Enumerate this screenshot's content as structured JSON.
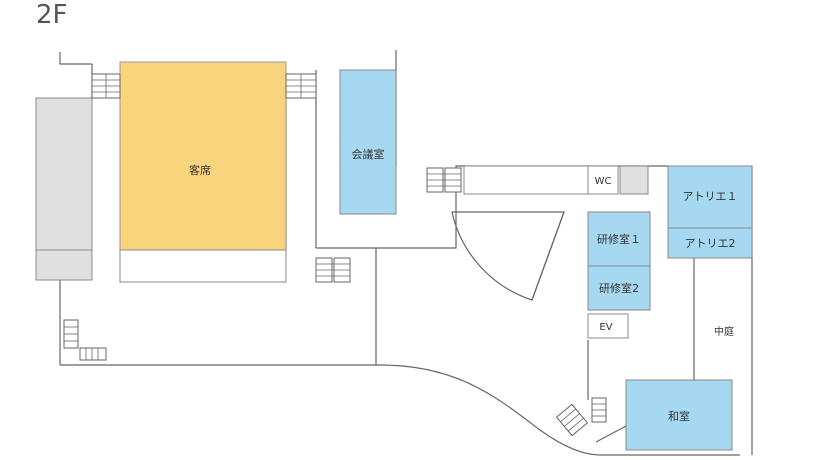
{
  "floor": "2F",
  "rooms": {
    "audience_seats": "客席",
    "meeting_room": "会議室",
    "wc": "WC",
    "atelier1": "アトリエ１",
    "atelier2": "アトリエ2",
    "training_room1": "研修室１",
    "training_room2": "研修室2",
    "ev": "EV",
    "courtyard": "中庭",
    "japanese_room": "和室"
  },
  "colors": {
    "room_blue": "#a6d8f2",
    "audience_yellow": "#fad47c",
    "stage_gray": "#e0e0e0",
    "wall": "#666666"
  },
  "icons": [
    "stairs-icon"
  ]
}
